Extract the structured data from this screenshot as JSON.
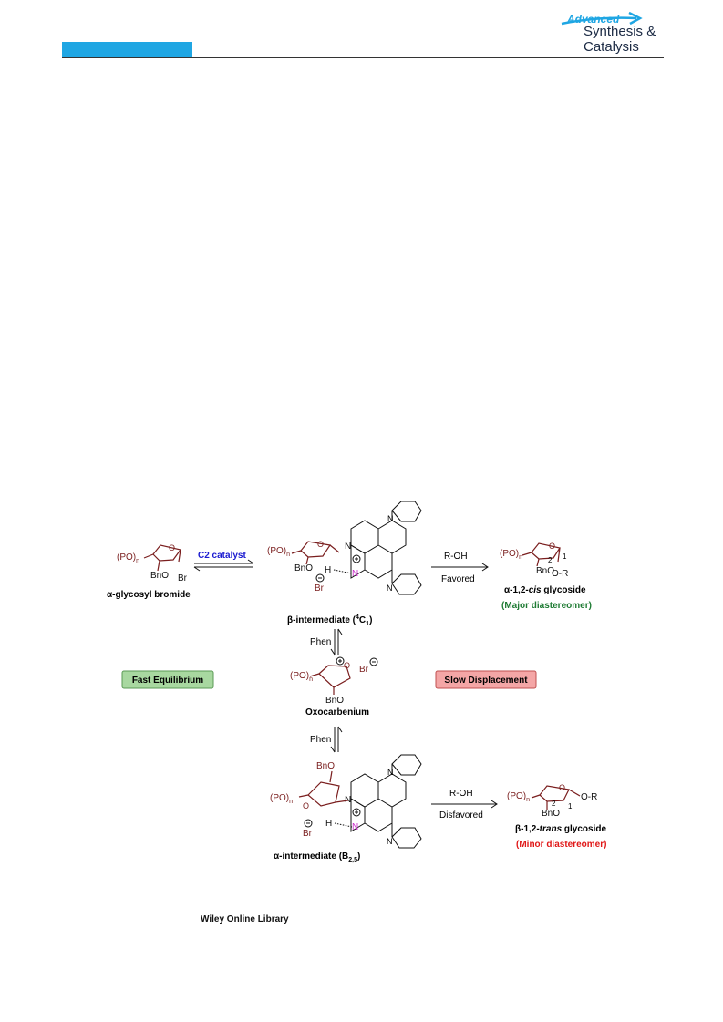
{
  "header": {
    "logo": {
      "line1": "Advanced",
      "line2": "Synthesis &",
      "line3": "Catalysis"
    }
  },
  "scheme": {
    "glycosyl_bromide": {
      "po": "(PO)",
      "n": "n",
      "bno": "BnO",
      "br": "Br",
      "label_prefix": "α",
      "label": "-glycosyl bromide"
    },
    "catalyst_arrow_label": "C2 catalyst",
    "beta_intermediate": {
      "po": "(PO)",
      "n": "n",
      "bno": "BnO",
      "h": "H",
      "br": "Br",
      "n1": "N",
      "n2": "N",
      "label_prefix": "β",
      "label_main": "-intermediate (",
      "label_sup": "4",
      "label_c": "C",
      "label_sub": "1",
      "label_close": ")"
    },
    "arrow_top": {
      "reagent": "R-OH",
      "condition": "Favored"
    },
    "alpha_glycoside": {
      "po": "(PO)",
      "n": "n",
      "bno": "BnO",
      "or": "O-R",
      "pos1": "1",
      "pos2": "2",
      "label_prefix": "α",
      "label_main": "-1,2-",
      "label_italic": "cis",
      "label_end": " glycoside",
      "note": "(Major diastereomer)",
      "note_color": "#1e7b33"
    },
    "phen_top": "Phen",
    "oxocarbenium": {
      "po": "(PO)",
      "n": "n",
      "bno": "BnO",
      "br": "Br",
      "o": "O",
      "label": "Oxocarbenium"
    },
    "fast_box": {
      "label": "Fast Equilibrium",
      "bg": "#a8d8a0",
      "border": "#5a9a55"
    },
    "slow_box": {
      "label": "Slow Displacement",
      "bg": "#f4a6a6",
      "border": "#c05050"
    },
    "phen_bottom": "Phen",
    "alpha_intermediate": {
      "po": "(PO)",
      "n": "n",
      "bno": "BnO",
      "h": "H",
      "br": "Br",
      "n1": "N",
      "n2": "N",
      "o": "O",
      "label_prefix": "α",
      "label_main": "-intermediate (B",
      "label_sub": "2,5",
      "label_close": ")"
    },
    "arrow_bottom": {
      "reagent": "R-OH",
      "condition": "Disfavored"
    },
    "beta_glycoside": {
      "po": "(PO)",
      "n": "n",
      "bno": "BnO",
      "or": "O-R",
      "pos1": "1",
      "pos2": "2",
      "label_prefix": "β",
      "label_main": "-1,2-",
      "label_italic": "trans",
      "label_end": " glycoside",
      "note": "(Minor diastereomer)",
      "note_color": "#e01818"
    },
    "colors": {
      "sugar": "#7a1e1e",
      "nitrogen_pink": "#cc33cc",
      "catalyst_blue": "#1a1ad0"
    }
  },
  "footer": {
    "text": "Wiley Online Library"
  }
}
